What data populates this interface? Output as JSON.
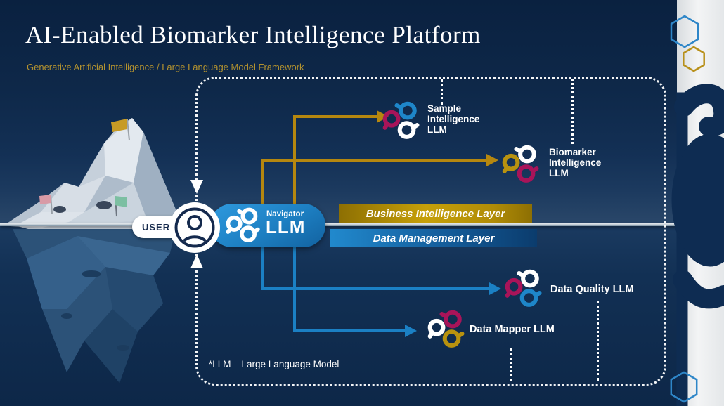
{
  "header": {
    "title": "AI-Enabled Biomarker Intelligence Platform",
    "subtitle": "Generative Artificial Intelligence / Large Language Model Framework"
  },
  "user": {
    "label": "USER"
  },
  "navigator": {
    "title": "Navigator",
    "subtitle": "LLM"
  },
  "layers": {
    "business_intelligence": "Business Intelligence Layer",
    "data_management": "Data Management Layer"
  },
  "nodes": {
    "sample": {
      "lines": [
        "Sample",
        "Intelligence",
        "LLM"
      ]
    },
    "biomarker": {
      "lines": [
        "Biomarker",
        "Intelligence",
        "LLM"
      ]
    },
    "data_quality": {
      "label": "Data Quality LLM"
    },
    "data_mapper": {
      "label": "Data Mapper LLM"
    }
  },
  "footnote": "*LLM – Large Language Model",
  "colors": {
    "background_navy": "#0e2a4c",
    "accent_gold": "#b5870f",
    "accent_blue": "#1b80c4",
    "magenta": "#a81459",
    "layer_gold_bar": "#c6a009",
    "layer_blue_bar": "#145d9b",
    "band_gray": "#e9ebed",
    "subtitle_gold": "#b3922f"
  },
  "icons": {
    "user": "user-avatar-icon",
    "llm_cluster": "three-ring-llm-icon",
    "hexagons": "hexagon-outline-icon",
    "gears": "gears-silhouette"
  }
}
